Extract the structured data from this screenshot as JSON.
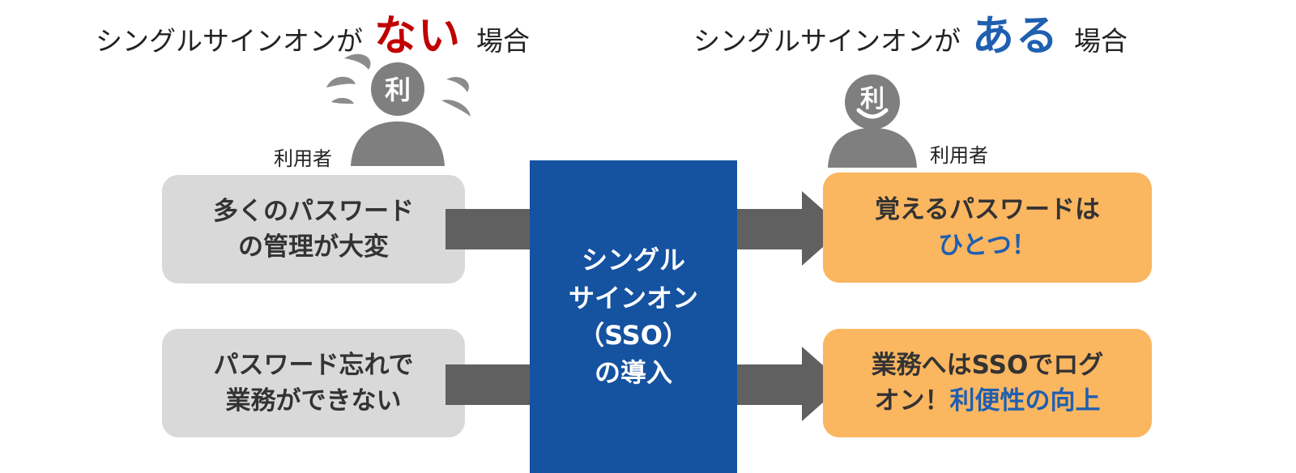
{
  "heading_left": {
    "prefix": "シングルサインオンが",
    "emphasis": "ない",
    "suffix": "場合"
  },
  "heading_right": {
    "prefix": "シングルサインオンが",
    "emphasis": "ある",
    "suffix": "場合"
  },
  "user_left": {
    "badge": "利",
    "label": "利用者"
  },
  "user_right": {
    "badge": "利",
    "label": "利用者"
  },
  "problems": [
    {
      "line1": "多くのパスワード",
      "line2": "の管理が大変"
    },
    {
      "line1": "パスワード忘れで",
      "line2": "業務ができない"
    }
  ],
  "center": {
    "line1": "シングル",
    "line2": "サインオン",
    "line3": "（SSO）",
    "line4": "の導入"
  },
  "benefits": [
    {
      "line1": "覚えるパスワードは",
      "line2_highlight": "ひとつ！"
    },
    {
      "line1": "業務へはSSOでログ",
      "line2_prefix": "オン！",
      "line2_highlight": "利便性の向上"
    }
  ],
  "colors": {
    "negative_emphasis": "#c00000",
    "positive_emphasis": "#1f5fb0",
    "sso_box": "#1552a0",
    "problem_box": "#d9d9d9",
    "benefit_box": "#fbb660",
    "person": "#7f7f7f",
    "arrow": "#606060"
  }
}
